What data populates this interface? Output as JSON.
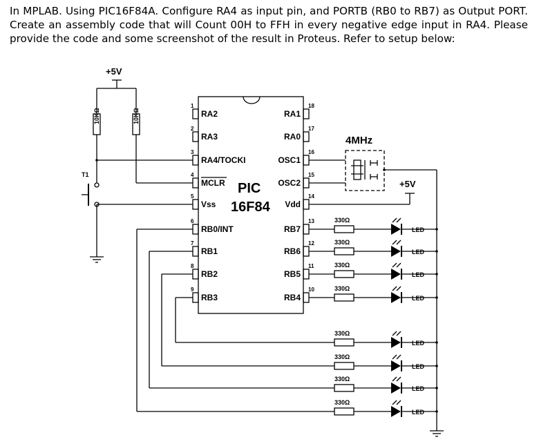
{
  "question": "In MPLAB. Using PIC16F84A. Configure RA4 as input pin, and PORTB (RB0 to RB7) as Output PORT. Create an assembly code that will Count 00H to FFH in every negative edge input in RA4. Please provide the code and some screenshot of the result in Proteus. Refer to setup below:",
  "schematic": {
    "supply_top": "+5V",
    "supply_right": "+5V",
    "resistor_pullup_1": "10KΩ",
    "resistor_pullup_2": "10KΩ",
    "switch_label": "T1",
    "chip_line1": "PIC",
    "chip_line2": "16F84",
    "crystal_label": "4MHz",
    "left_pins": [
      {
        "num": "1",
        "label": "RA2"
      },
      {
        "num": "2",
        "label": "RA3"
      },
      {
        "num": "3",
        "label": "RA4/TOCKI"
      },
      {
        "num": "4",
        "label": "MCLR"
      },
      {
        "num": "5",
        "label": "Vss"
      },
      {
        "num": "6",
        "label": "RB0/INT"
      },
      {
        "num": "7",
        "label": "RB1"
      },
      {
        "num": "8",
        "label": "RB2"
      },
      {
        "num": "9",
        "label": "RB3"
      }
    ],
    "right_pins": [
      {
        "num": "18",
        "label": "RA1"
      },
      {
        "num": "17",
        "label": "RA0"
      },
      {
        "num": "16",
        "label": "OSC1"
      },
      {
        "num": "15",
        "label": "OSC2"
      },
      {
        "num": "14",
        "label": "Vdd"
      },
      {
        "num": "13",
        "label": "RB7"
      },
      {
        "num": "12",
        "label": "RB6"
      },
      {
        "num": "11",
        "label": "RB5"
      },
      {
        "num": "10",
        "label": "RB4"
      }
    ],
    "led_resistor_label": "330Ω",
    "led_label": "LED",
    "led_count": 8
  }
}
